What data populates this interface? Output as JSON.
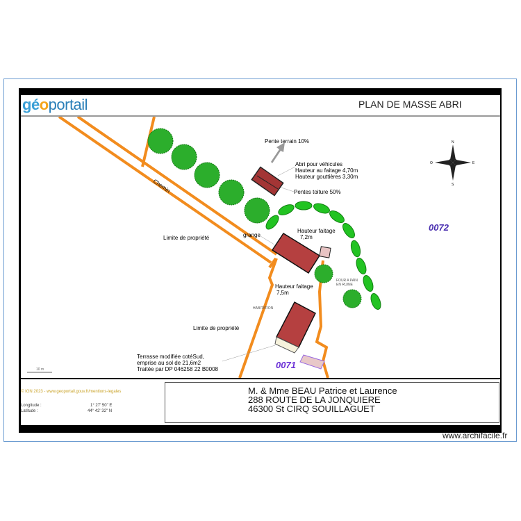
{
  "header": {
    "logo": {
      "part1": "gé",
      "part2": "o",
      "part3": "portail"
    },
    "title": "PLAN DE MASSE ABRI"
  },
  "map": {
    "labels": {
      "pente_terrain": "Pente  terrain 10%",
      "abri_line1": "Abri pour véhicules",
      "abri_line2": "Hauteur au faitage 4,70m",
      "abri_line3": "Hauteur gouttières 3,30m",
      "pentes_toiture": "Pentes toiture 50%",
      "chemin": "Chemin",
      "limite1": "Limite de propriété",
      "limite2": "Limite de propriété",
      "grange": "grange",
      "grange_h1": "Hauteur faitage",
      "grange_h2": "7,2m",
      "four1": "FOUR A PAIN",
      "four2": "EN RUINE",
      "hab_h1": "Hauteur faitage",
      "hab_h2": "7,5m",
      "habitation": "HABITATION",
      "terrasse1": "Terrasse modifiée cotéSud,",
      "terrasse2": "emprise au sol de 21,6m2",
      "terrasse3": "Traitée par DP 046258 22 B0008",
      "parcel_0072": "0072",
      "parcel_0071": "0071",
      "scale": "10 m",
      "compass_n": "N",
      "compass_s": "S",
      "compass_e": "E",
      "compass_o": "O"
    },
    "colors": {
      "road": "#f28c1e",
      "roof": "#b03a3a",
      "tree": "#1fae1f",
      "parcel": "#6a2fd6"
    }
  },
  "footer": {
    "copyright": "© IGN 2023 - www.geoportail.gouv.fr/mentions-legales",
    "longitude_label": "Longitude :",
    "longitude_value": "1° 27' 50\" E",
    "latitude_label": "Latitude :",
    "latitude_value": "44° 42' 32\" N",
    "owner_line1": "M. & Mme BEAU Patrice et Laurence",
    "owner_line2": "288 ROUTE DE LA JONQUIERE",
    "owner_line3": "46300 St CIRQ SOUILLAGUET"
  },
  "watermark": "www.archifacile.fr"
}
